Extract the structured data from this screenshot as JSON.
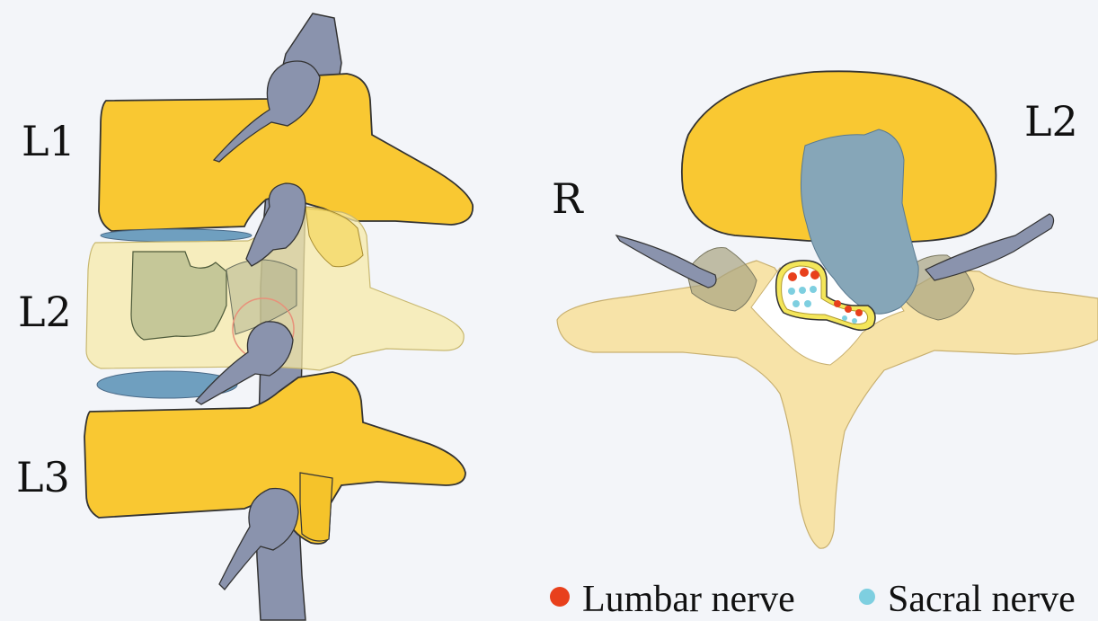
{
  "labels": {
    "lateral_l1": "L1",
    "lateral_l2": "L2",
    "lateral_l3": "L3",
    "axial_level": "L2",
    "axial_side": "R"
  },
  "legend": {
    "lumbar_label": "Lumbar nerve",
    "sacral_label": "Sacral nerve",
    "lumbar_color": "#e8401c",
    "sacral_color": "#7ecfe0"
  },
  "colors": {
    "vertebra_body": "#f9c832",
    "vertebra_transparent": "#f7e9a8",
    "disc": "#6f9fbf",
    "nerve": "#8a93ad",
    "dura_sac": "#f4e65a",
    "background": "#f3f5f9"
  }
}
